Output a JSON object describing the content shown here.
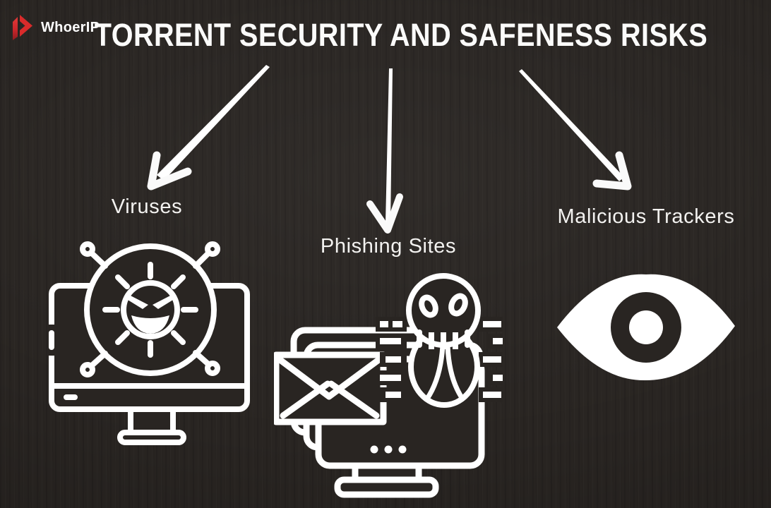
{
  "logo": {
    "brand": "WhoerIP",
    "icon": "whoer-logo-icon"
  },
  "title": "TORRENT SECURITY AND SAFENESS RISKS",
  "risks": [
    {
      "label": "Viruses",
      "icon": "virus-infected-computer-icon"
    },
    {
      "label": "Phishing Sites",
      "icon": "phishing-email-malware-computer-icon"
    },
    {
      "label": "Malicious Trackers",
      "icon": "surveillance-eye-icon"
    }
  ],
  "colors": {
    "background": "#292522",
    "text": "#f3f2f0",
    "title_text": "#fbfbfa",
    "brand_red": "#d92b2b",
    "icon_stroke": "#ffffff"
  }
}
